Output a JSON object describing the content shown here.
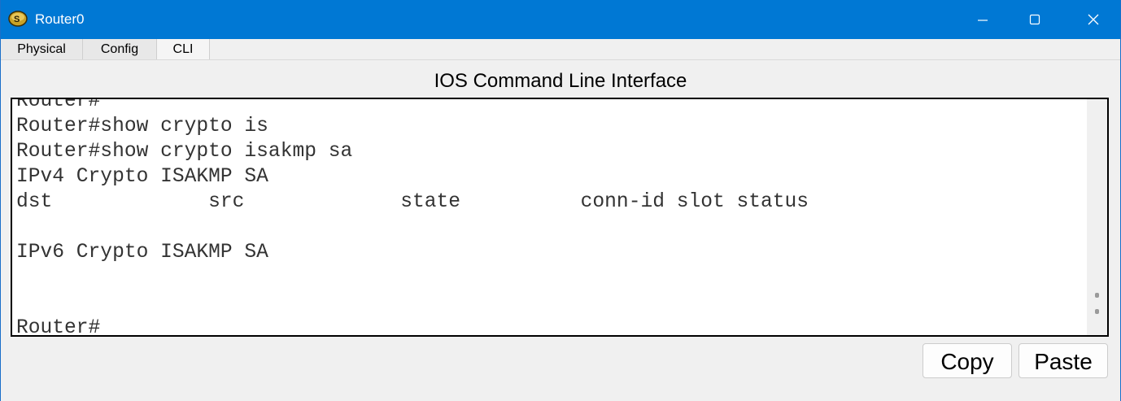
{
  "window": {
    "title": "Router0",
    "app_icon": "router-icon",
    "controls": [
      "minimize-icon",
      "maximize-icon",
      "close-icon"
    ],
    "titlebar_color": "#0078d4"
  },
  "tabs": [
    {
      "label": "Physical",
      "active": false
    },
    {
      "label": "Config",
      "active": false
    },
    {
      "label": "CLI",
      "active": true
    }
  ],
  "cli": {
    "heading": "IOS Command Line Interface",
    "lines": [
      "Router#",
      "Router#show crypto is",
      "Router#show crypto isakmp sa",
      "IPv4 Crypto ISAKMP SA",
      "dst             src             state          conn-id slot status",
      "",
      "IPv6 Crypto ISAKMP SA",
      "",
      "",
      "Router#"
    ]
  },
  "buttons": {
    "copy": "Copy",
    "paste": "Paste"
  }
}
